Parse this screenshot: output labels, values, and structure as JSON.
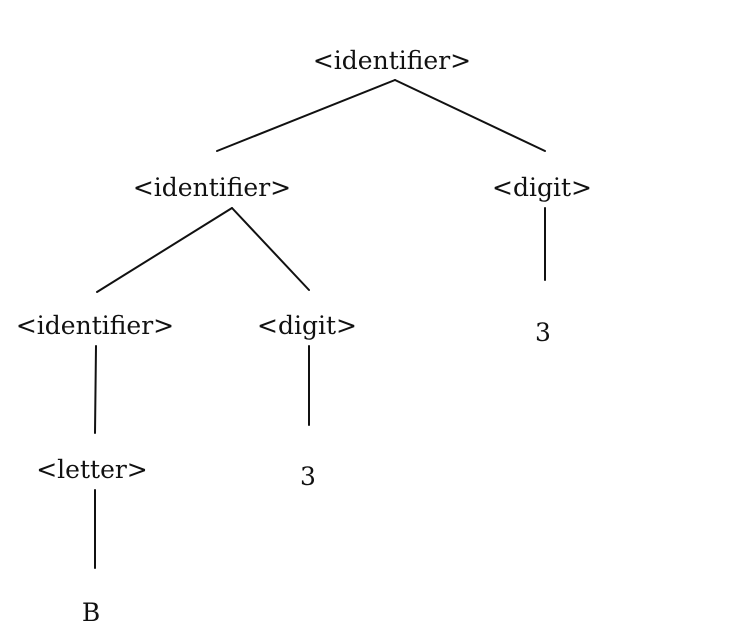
{
  "tree": {
    "root_label": "<identifier>",
    "root_right_label": "<digit>",
    "root_right_value": "3",
    "left_label": "<identifier>",
    "left_right_label": "<digit>",
    "left_right_value": "3",
    "leftmost_label": "<identifier>",
    "letter_label": "<letter>",
    "letter_value": "B"
  }
}
